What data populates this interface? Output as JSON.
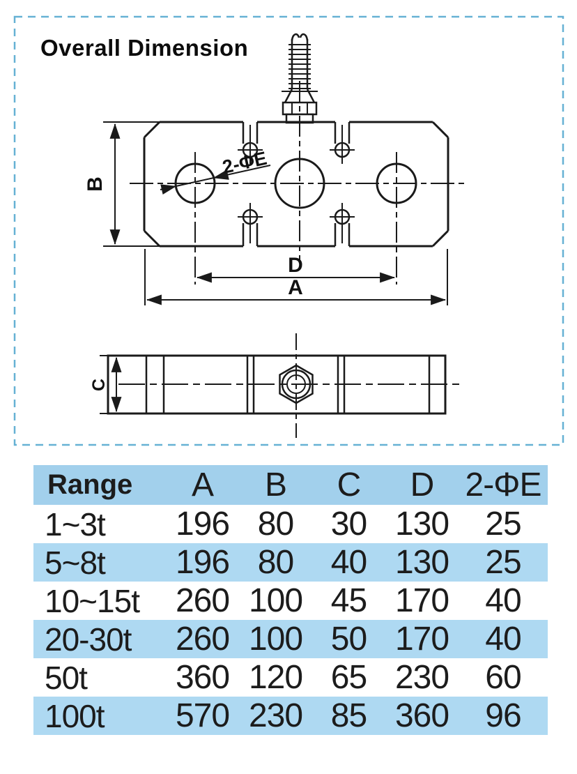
{
  "panel": {
    "title": "Overall Dimension"
  },
  "diagram": {
    "labels": {
      "length": "A",
      "width": "B",
      "height": "C",
      "hole_spacing": "D",
      "holes": "2-ΦE"
    }
  },
  "table": {
    "headers": [
      "Range",
      "A",
      "B",
      "C",
      "D",
      "2-ΦE"
    ],
    "rows": [
      [
        "1~3t",
        "196",
        "80",
        "30",
        "130",
        "25"
      ],
      [
        "5~8t",
        "196",
        "80",
        "40",
        "130",
        "25"
      ],
      [
        "10~15t",
        "260",
        "100",
        "45",
        "170",
        "40"
      ],
      [
        "20-30t",
        "260",
        "100",
        "50",
        "170",
        "40"
      ],
      [
        "50t",
        "360",
        "120",
        "65",
        "230",
        "60"
      ],
      [
        "100t",
        "570",
        "230",
        "85",
        "360",
        "96"
      ]
    ]
  },
  "colors": {
    "header_bg": "#a2d0ec",
    "row_alt_bg": "#aed9f2",
    "dashed_border": "#66b1d4",
    "line": "#1a1a1a"
  }
}
